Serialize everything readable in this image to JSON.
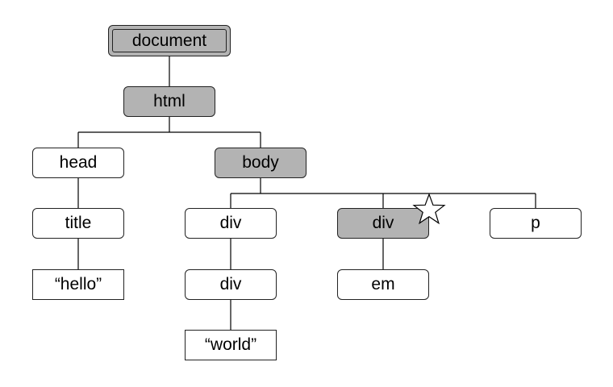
{
  "nodes": {
    "document": "document",
    "html": "html",
    "head": "head",
    "body": "body",
    "title": "title",
    "hello": "“hello”",
    "div1": "div",
    "div2": "div",
    "p": "p",
    "div3": "div",
    "em": "em",
    "world": "“world”"
  },
  "highlighted_nodes": [
    "document",
    "html",
    "body",
    "div2"
  ],
  "marked_node": "div2",
  "colors": {
    "highlight_fill": "#b3b3b3",
    "node_fill": "#ffffff",
    "line": "#000000"
  }
}
